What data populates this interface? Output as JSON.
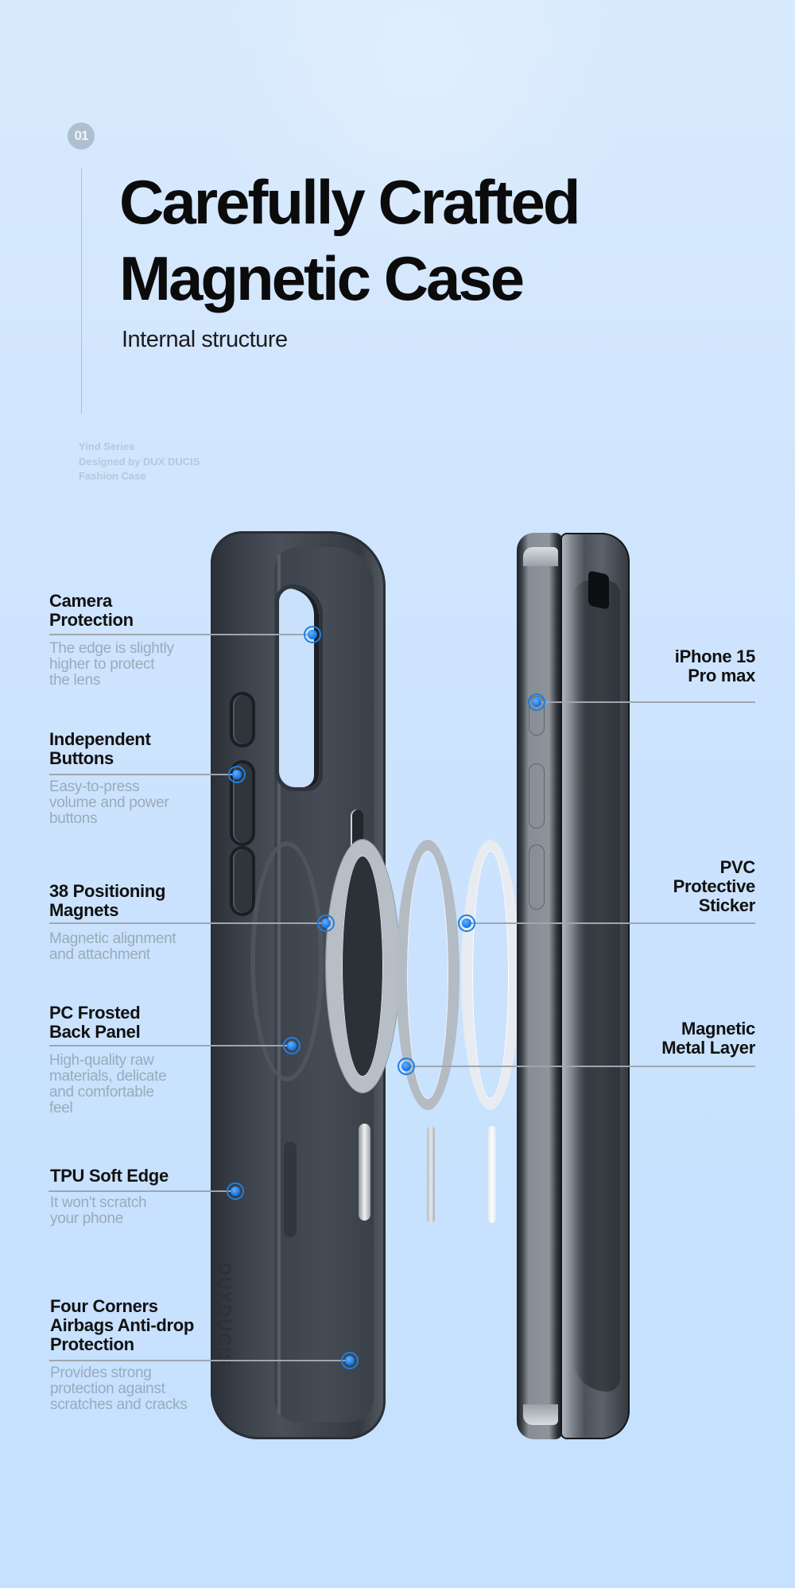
{
  "header": {
    "badge": "01",
    "title_line1": "Carefully Crafted",
    "title_line2": "Magnetic Case",
    "subtitle": "Internal structure",
    "series_lines": [
      "Yind Series",
      "Designed by DUX DUCIS",
      "Fashion Case"
    ]
  },
  "brand_logo_on_case": "DUXDUCIS",
  "colors": {
    "background_top": "#d8eafd",
    "background_bottom": "#c6e1ff",
    "title": "#0b0b0c",
    "description": "#9aabba",
    "callout_line": "#9ea7b0",
    "marker_blue": "#1a7ce8",
    "badge": "#aebfd0"
  },
  "left_callouts": [
    {
      "title": "Camera Protection",
      "title_lines": [
        "Camera",
        "Protection"
      ],
      "desc_lines": [
        "The edge is slightly",
        "higher to protect",
        "the lens"
      ]
    },
    {
      "title": "Independent Buttons",
      "title_lines": [
        "Independent",
        "Buttons"
      ],
      "desc_lines": [
        "Easy-to-press",
        "volume and power",
        "buttons"
      ]
    },
    {
      "title": "38 Positioning Magnets",
      "title_lines": [
        "38 Positioning",
        "Magnets"
      ],
      "desc_lines": [
        "Magnetic alignment",
        "and attachment"
      ]
    },
    {
      "title": "PC Frosted Back Panel",
      "title_lines": [
        "PC Frosted",
        "Back Panel"
      ],
      "desc_lines": [
        "High-quality raw",
        "materials, delicate",
        "and comfortable",
        "feel"
      ]
    },
    {
      "title": "TPU Soft Edge",
      "title_lines": [
        "TPU Soft Edge"
      ],
      "desc_lines": [
        "It won't scratch",
        "your phone"
      ]
    },
    {
      "title": "Four Corners Airbags Anti-drop Protection",
      "title_lines": [
        "Four Corners",
        "Airbags Anti-drop",
        "Protection"
      ],
      "desc_lines": [
        "Provides strong",
        "protection against",
        "scratches and cracks"
      ]
    }
  ],
  "right_callouts": [
    {
      "title": "iPhone 15 Pro max",
      "title_lines": [
        "iPhone 15",
        "Pro max"
      ]
    },
    {
      "title": "PVC Protective Sticker",
      "title_lines": [
        "PVC",
        "Protective",
        "Sticker"
      ]
    },
    {
      "title": "Magnetic Metal Layer",
      "title_lines": [
        "Magnetic",
        "Metal Layer"
      ]
    }
  ],
  "icons": {
    "marker": "blue-dot-marker",
    "badge": "step-number-badge"
  }
}
